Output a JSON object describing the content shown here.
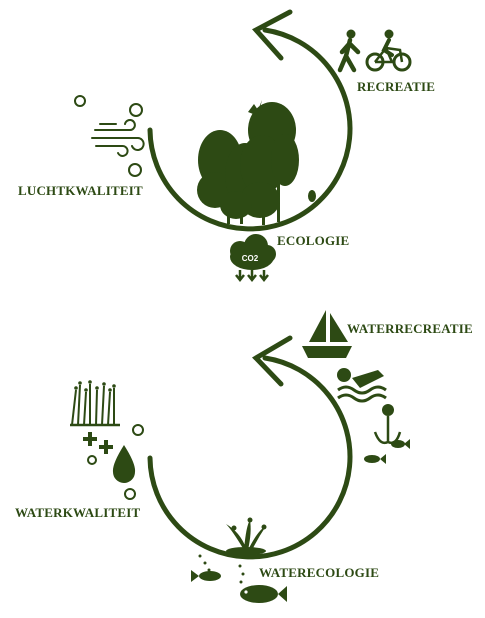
{
  "colors": {
    "primary": "#2d4a14",
    "background": "#ffffff"
  },
  "upper_cycle": {
    "labels": {
      "recreatie": "RECREATIE",
      "luchtkwaliteit": "LUCHTKWALITEIT",
      "ecologie": "ECOLOGIE"
    },
    "co2_text": "CO2",
    "icons": [
      "walking-person-icon",
      "cyclist-icon",
      "wind-icon",
      "forest-icon",
      "bird-icon",
      "co2-cloud-icon"
    ]
  },
  "lower_cycle": {
    "labels": {
      "waterrecreatie": "WATERRECREATIE",
      "waterkwaliteit": "WATERKWALITEIT",
      "waterecologie": "WATERECOLOGIE"
    },
    "icons": [
      "sailboat-icon",
      "swimmer-icon",
      "aquatic-plant-fish-icon",
      "reeds-icon",
      "water-drop-icon",
      "fish-icon"
    ]
  }
}
